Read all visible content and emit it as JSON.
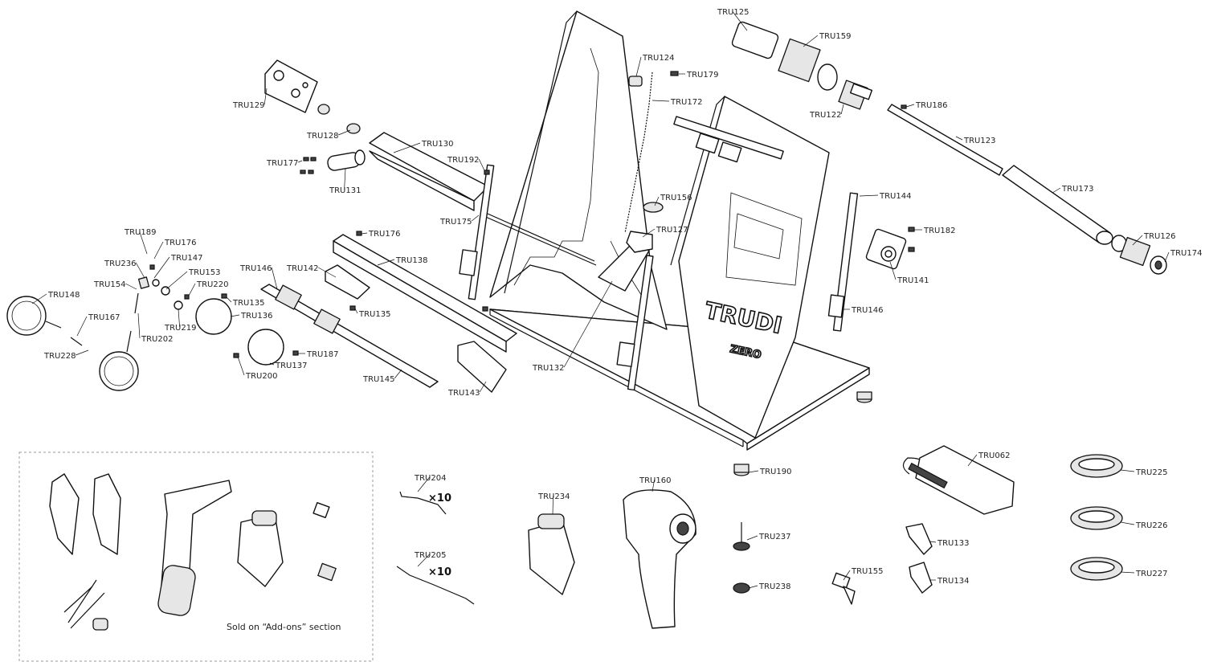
{
  "brand": {
    "logo_text": "TRUDI",
    "logo_sub": "ZERO"
  },
  "labels": [
    {
      "id": "TRU125",
      "text": "TRU125"
    },
    {
      "id": "TRU159",
      "text": "TRU159"
    },
    {
      "id": "TRU124",
      "text": "TRU124"
    },
    {
      "id": "TRU179",
      "text": "TRU179"
    },
    {
      "id": "TRU172",
      "text": "TRU172"
    },
    {
      "id": "TRU122",
      "text": "TRU122"
    },
    {
      "id": "TRU186",
      "text": "TRU186"
    },
    {
      "id": "TRU123",
      "text": "TRU123"
    },
    {
      "id": "TRU173",
      "text": "TRU173"
    },
    {
      "id": "TRU129",
      "text": "TRU129"
    },
    {
      "id": "TRU128",
      "text": "TRU128"
    },
    {
      "id": "TRU130",
      "text": "TRU130"
    },
    {
      "id": "TRU177",
      "text": "TRU177"
    },
    {
      "id": "TRU192",
      "text": "TRU192"
    },
    {
      "id": "TRU131",
      "text": "TRU131"
    },
    {
      "id": "TRU156",
      "text": "TRU156"
    },
    {
      "id": "TRU144",
      "text": "TRU144"
    },
    {
      "id": "TRU175",
      "text": "TRU175"
    },
    {
      "id": "TRU127",
      "text": "TRU127"
    },
    {
      "id": "TRU182",
      "text": "TRU182"
    },
    {
      "id": "TRU126",
      "text": "TRU126"
    },
    {
      "id": "TRU174",
      "text": "TRU174"
    },
    {
      "id": "TRU141",
      "text": "TRU141"
    },
    {
      "id": "TRU189",
      "text": "TRU189"
    },
    {
      "id": "TRU176a",
      "text": "TRU176"
    },
    {
      "id": "TRU176b",
      "text": "TRU176"
    },
    {
      "id": "TRU147",
      "text": "TRU147"
    },
    {
      "id": "TRU236",
      "text": "TRU236"
    },
    {
      "id": "TRU153",
      "text": "TRU153"
    },
    {
      "id": "TRU154",
      "text": "TRU154"
    },
    {
      "id": "TRU220",
      "text": "TRU220"
    },
    {
      "id": "TRU138",
      "text": "TRU138"
    },
    {
      "id": "TRU146a",
      "text": "TRU146"
    },
    {
      "id": "TRU142",
      "text": "TRU142"
    },
    {
      "id": "TRU148",
      "text": "TRU148"
    },
    {
      "id": "TRU135a",
      "text": "TRU135"
    },
    {
      "id": "TRU135b",
      "text": "TRU135"
    },
    {
      "id": "TRU136",
      "text": "TRU136"
    },
    {
      "id": "TRU146b",
      "text": "TRU146"
    },
    {
      "id": "TRU167",
      "text": "TRU167"
    },
    {
      "id": "TRU219",
      "text": "TRU219"
    },
    {
      "id": "TRU202",
      "text": "TRU202"
    },
    {
      "id": "TRU228",
      "text": "TRU228"
    },
    {
      "id": "TRU187",
      "text": "TRU187"
    },
    {
      "id": "TRU137",
      "text": "TRU137"
    },
    {
      "id": "TRU132",
      "text": "TRU132"
    },
    {
      "id": "TRU200",
      "text": "TRU200"
    },
    {
      "id": "TRU145",
      "text": "TRU145"
    },
    {
      "id": "TRU143",
      "text": "TRU143"
    },
    {
      "id": "TRU062",
      "text": "TRU062"
    },
    {
      "id": "TRU190",
      "text": "TRU190"
    },
    {
      "id": "TRU225",
      "text": "TRU225"
    },
    {
      "id": "TRU204",
      "text": "TRU204"
    },
    {
      "id": "TRU234",
      "text": "TRU234"
    },
    {
      "id": "TRU160",
      "text": "TRU160"
    },
    {
      "id": "TRU226",
      "text": "TRU226"
    },
    {
      "id": "TRU237",
      "text": "TRU237"
    },
    {
      "id": "TRU133",
      "text": "TRU133"
    },
    {
      "id": "TRU205",
      "text": "TRU205"
    },
    {
      "id": "TRU155",
      "text": "TRU155"
    },
    {
      "id": "TRU227",
      "text": "TRU227"
    },
    {
      "id": "TRU134",
      "text": "TRU134"
    },
    {
      "id": "TRU238",
      "text": "TRU238"
    }
  ],
  "quantities": {
    "tru204": "×10",
    "tru205": "×10"
  },
  "addons_note": "Sold on “Add-ons” section"
}
